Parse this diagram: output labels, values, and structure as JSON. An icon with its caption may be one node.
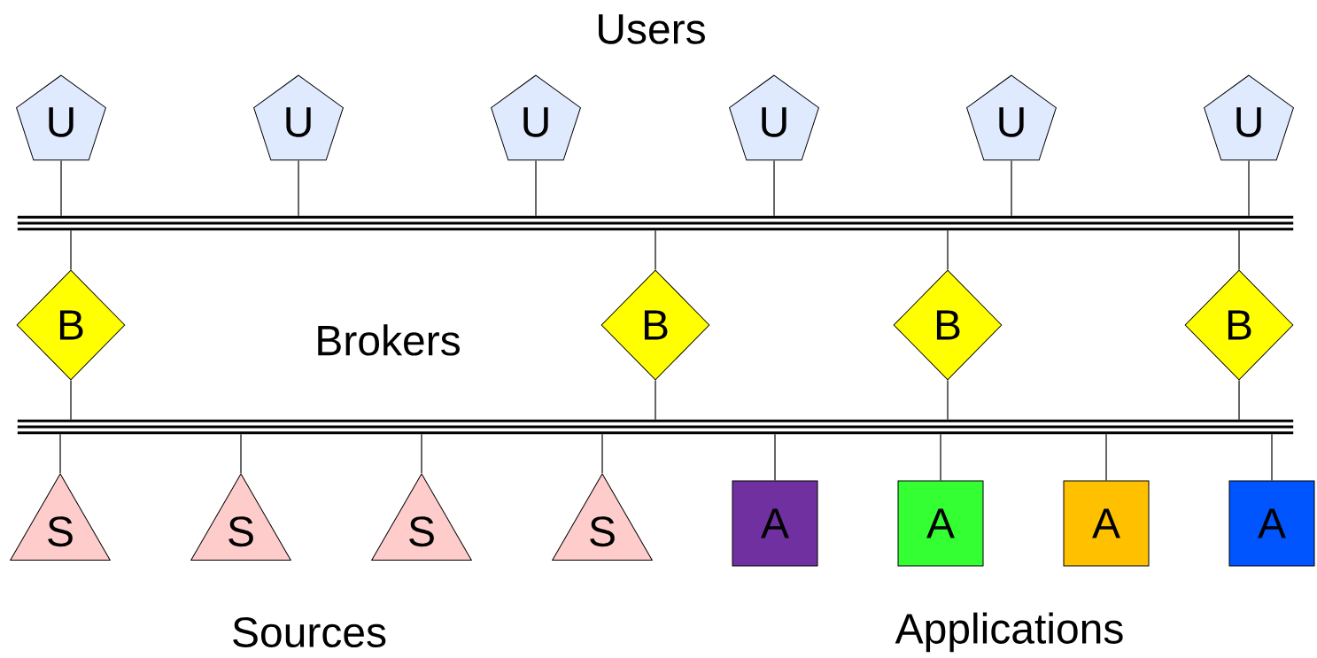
{
  "diagram": {
    "nodes": [
      {
        "text": [
          "U"
        ]
      },
      {
        "text": [
          "U"
        ]
      },
      {
        "text": [
          "U"
        ]
      },
      {
        "text": [
          "U"
        ]
      },
      {
        "text": [
          "U"
        ]
      },
      {
        "text": [
          "U"
        ]
      },
      {
        "text": [],
        "shape": "bar"
      },
      {
        "text": [
          "B"
        ]
      },
      {
        "text": [
          "B"
        ]
      },
      {
        "text": [
          "B"
        ]
      },
      {
        "text": [
          "B"
        ]
      },
      {
        "text": [],
        "shape": "bar"
      },
      {
        "text": [
          "S"
        ]
      },
      {
        "text": [
          "S"
        ]
      },
      {
        "text": [
          "S"
        ]
      },
      {
        "text": [
          "S"
        ]
      },
      {
        "text": [
          "A"
        ]
      },
      {
        "text": [
          "A"
        ]
      },
      {
        "text": [
          "A"
        ]
      },
      {
        "text": [
          "A"
        ]
      }
    ],
    "edges": [
      {
        "from": 0,
        "to": 6,
        "arrow": "none"
      },
      {
        "from": 1,
        "to": 6,
        "arrow": "none"
      },
      {
        "from": 2,
        "to": 6,
        "arrow": "none"
      },
      {
        "from": 3,
        "to": 6,
        "arrow": "none"
      },
      {
        "from": 4,
        "to": 6,
        "arrow": "none"
      },
      {
        "from": 5,
        "to": 6,
        "arrow": "none"
      },
      {
        "from": 6,
        "to": 7,
        "arrow": "none"
      },
      {
        "from": 6,
        "to": 8,
        "arrow": "none"
      },
      {
        "from": 6,
        "to": 9,
        "arrow": "none"
      },
      {
        "from": 6,
        "to": 10,
        "arrow": "none"
      },
      {
        "from": 7,
        "to": 11,
        "arrow": "none"
      },
      {
        "from": 8,
        "to": 11,
        "arrow": "none"
      },
      {
        "from": 9,
        "to": 11,
        "arrow": "none"
      },
      {
        "from": 10,
        "to": 11,
        "arrow": "none"
      },
      {
        "from": 11,
        "to": 12,
        "arrow": "none"
      },
      {
        "from": 11,
        "to": 13,
        "arrow": "none"
      },
      {
        "from": 11,
        "to": 14,
        "arrow": "none"
      },
      {
        "from": 11,
        "to": 15,
        "arrow": "none"
      },
      {
        "from": 11,
        "to": 16,
        "arrow": "none"
      },
      {
        "from": 11,
        "to": 17,
        "arrow": "none"
      },
      {
        "from": 11,
        "to": 18,
        "arrow": "none"
      },
      {
        "from": 11,
        "to": 19,
        "arrow": "none"
      }
    ],
    "labels": [
      "Users",
      "Brokers",
      "Sources",
      "Applications"
    ]
  }
}
